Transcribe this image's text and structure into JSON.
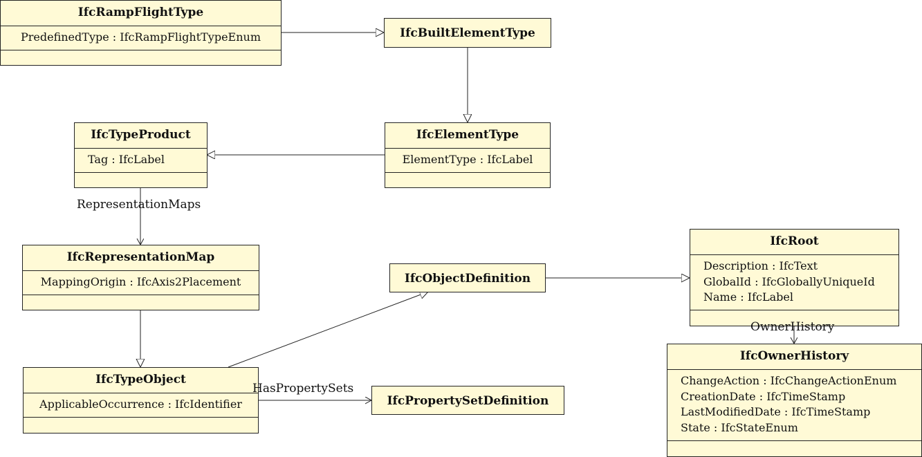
{
  "diagram": {
    "classes": {
      "ramp_flight_type": {
        "name": "IfcRampFlightType",
        "attributes": [
          "PredefinedType : IfcRampFlightTypeEnum"
        ]
      },
      "built_element_type": {
        "name": "IfcBuiltElementType"
      },
      "element_type": {
        "name": "IfcElementType",
        "attributes": [
          "ElementType : IfcLabel"
        ]
      },
      "type_product": {
        "name": "IfcTypeProduct",
        "attributes": [
          "Tag : IfcLabel"
        ]
      },
      "representation_map": {
        "name": "IfcRepresentationMap",
        "attributes": [
          "MappingOrigin : IfcAxis2Placement"
        ]
      },
      "object_definition": {
        "name": "IfcObjectDefinition"
      },
      "root": {
        "name": "IfcRoot",
        "attributes": [
          "Description : IfcText",
          "GlobalId : IfcGloballyUniqueId",
          "Name : IfcLabel"
        ]
      },
      "type_object": {
        "name": "IfcTypeObject",
        "attributes": [
          "ApplicableOccurrence : IfcIdentifier"
        ]
      },
      "property_set_definition": {
        "name": "IfcPropertySetDefinition"
      },
      "owner_history": {
        "name": "IfcOwnerHistory",
        "attributes": [
          "ChangeAction : IfcChangeActionEnum",
          "CreationDate : IfcTimeStamp",
          "LastModifiedDate : IfcTimeStamp",
          "State : IfcStateEnum"
        ]
      }
    },
    "associations": {
      "representation_maps": "RepresentationMaps",
      "has_property_sets": "HasPropertySets",
      "owner_history": "OwnerHistory"
    }
  }
}
